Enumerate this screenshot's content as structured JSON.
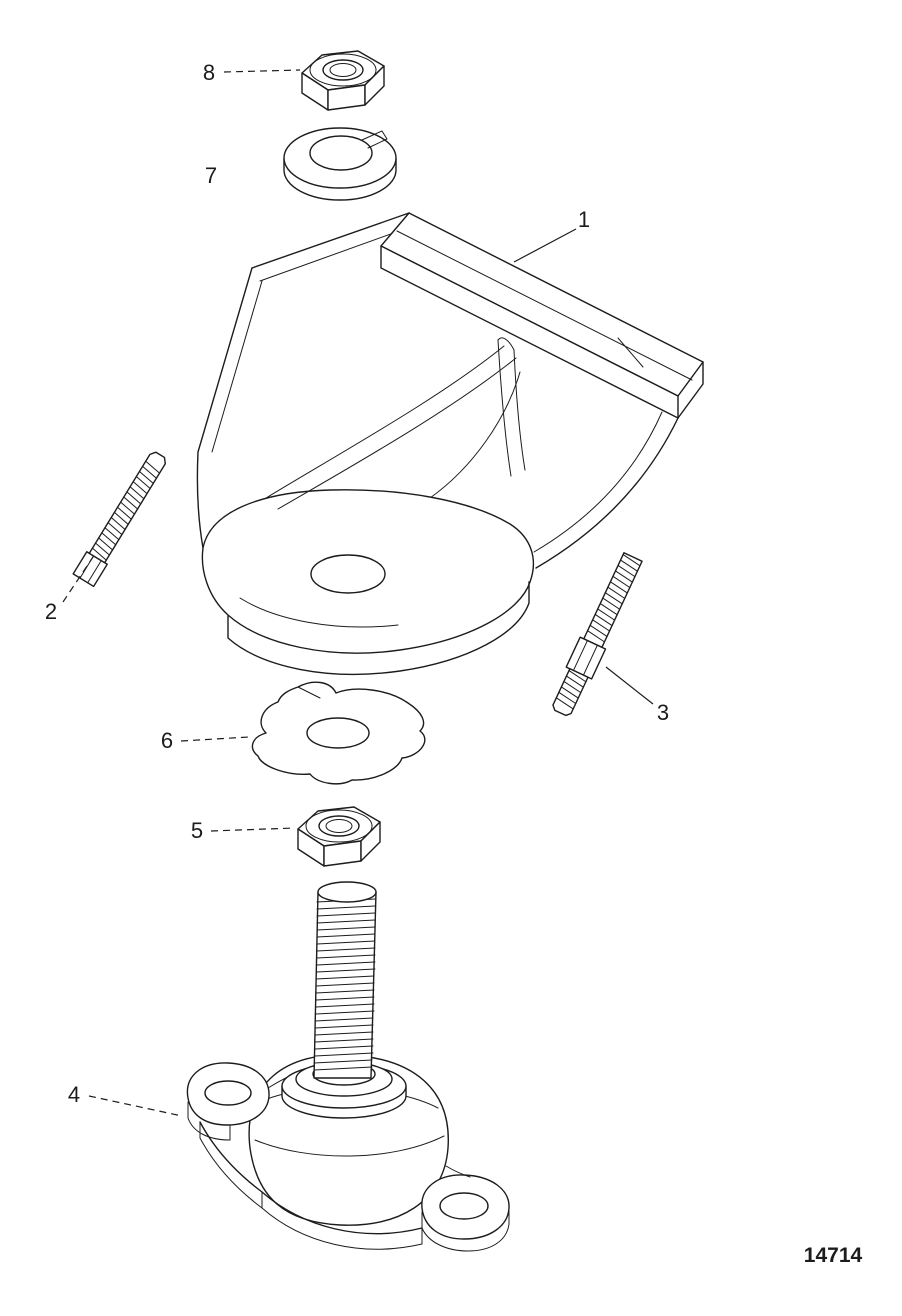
{
  "page": {
    "background": "#ffffff",
    "ink": "#1c1c1c"
  },
  "diagram": {
    "drawing_number": "14714",
    "callouts": [
      {
        "label": "8"
      },
      {
        "label": "7"
      },
      {
        "label": "1"
      },
      {
        "label": "2"
      },
      {
        "label": "3"
      },
      {
        "label": "6"
      },
      {
        "label": "5"
      },
      {
        "label": "4"
      }
    ]
  }
}
